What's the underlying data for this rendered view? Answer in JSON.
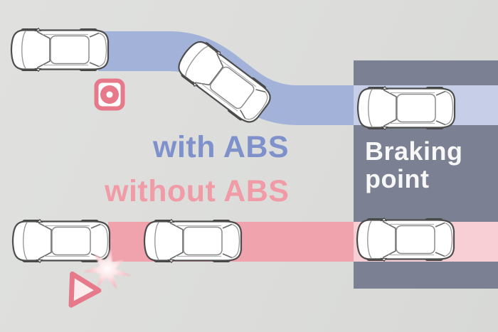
{
  "labels": {
    "with_abs": "with ABS",
    "without_abs": "without ABS",
    "braking_point": "Braking point"
  },
  "colors": {
    "background": "#dcdddb",
    "braking_zone": "#7b8192",
    "abs_lane": "#a2b2d8",
    "abs_lane_in_zone": "#c7cfe8",
    "no_abs_lane": "#f0a3ac",
    "no_abs_lane_in_zone": "#f8cfd5",
    "with_abs_text": "#7e91ca",
    "without_abs_text": "#f09ba6",
    "braking_point_text": "#f7f7f7",
    "icon_pink": "#e6798a",
    "car_outline": "#4d4d4d"
  },
  "icons": {
    "obstacle": "obstacle-marker-icon",
    "crash": "crash-burst-icon",
    "warning": "warning-triangle-icon"
  },
  "cars": {
    "with_abs_lane": [
      "car-abs-braking-start",
      "car-abs-steering",
      "car-abs-stopped"
    ],
    "without_abs_lane": [
      "car-noabs-braking-start",
      "car-noabs-sliding",
      "car-noabs-crashed"
    ]
  }
}
